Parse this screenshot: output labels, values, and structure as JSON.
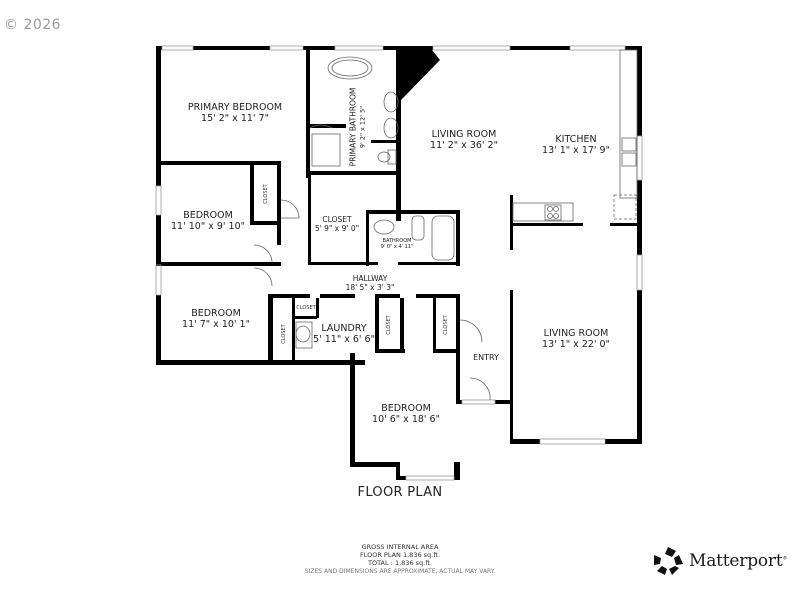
{
  "copyright": "© 2026",
  "rooms": {
    "primary_bedroom": {
      "name": "PRIMARY BEDROOM",
      "dim": "15' 2\" x 11' 7\""
    },
    "primary_bathroom": {
      "name": "PRIMARY BATHROOM",
      "dim": "9' 2\" x 12' 5\""
    },
    "living_room_1": {
      "name": "LIVING ROOM",
      "dim": "11' 2\" x 36' 2\""
    },
    "kitchen": {
      "name": "KITCHEN",
      "dim": "13' 1\" x 17' 9\""
    },
    "bedroom_2": {
      "name": "BEDROOM",
      "dim": "11' 10\" x 9' 10\""
    },
    "closet_main": {
      "name": "CLOSET",
      "dim": "5' 9\" x 9' 0\""
    },
    "bathroom": {
      "name": "BATHROOM",
      "dim": "9' 0\" x 4' 11\""
    },
    "hallway": {
      "name": "HALLWAY",
      "dim": "18' 5\" x 3' 3\""
    },
    "bedroom_3": {
      "name": "BEDROOM",
      "dim": "11' 7\" x 10' 1\""
    },
    "laundry": {
      "name": "LAUNDRY",
      "dim": "5' 11\" x 6' 6\""
    },
    "living_room_2": {
      "name": "LIVING ROOM",
      "dim": "13' 1\" x 22' 0\""
    },
    "entry": {
      "name": "ENTRY"
    },
    "bedroom_4": {
      "name": "BEDROOM",
      "dim": "10' 6\" x 18' 6\""
    }
  },
  "closet_labels": {
    "c1": "CLOSET",
    "c2": "CLOSET",
    "c3": "CLOSET",
    "c4": "CLOSET",
    "c5": "CLOSET",
    "c6": "CLOSET"
  },
  "plan_title": "FLOOR PLAN",
  "area": {
    "heading": "GROSS INTERNAL AREA",
    "floor_plan": "FLOOR PLAN 1,836 sq.ft.",
    "total": "TOTAL :  1,836 sq.ft.",
    "disclaimer": "SIZES AND DIMENSIONS ARE APPROXIMATE, ACTUAL MAY VARY."
  },
  "brand": {
    "name": "Matterport",
    "icon": "matterport-logo-icon"
  },
  "colors": {
    "wall": "#000000",
    "fixture": "#888888",
    "background": "#ffffff"
  }
}
